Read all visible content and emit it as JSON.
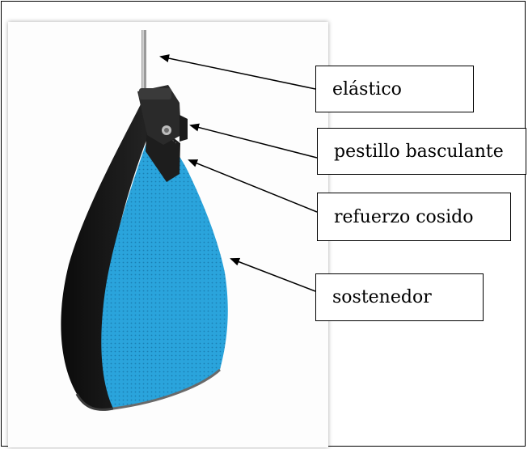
{
  "labels": {
    "elastico": "elástico",
    "pestillo": "pestillo basculante",
    "refuerzo": "refuerzo cosido",
    "sostenedor": "sostenedor"
  },
  "colors": {
    "mesh_blue": "#2aa4dc",
    "lining_black": "#151515",
    "clip_dark": "#2a2a2a",
    "rod_gray": "#9a9a9a"
  }
}
